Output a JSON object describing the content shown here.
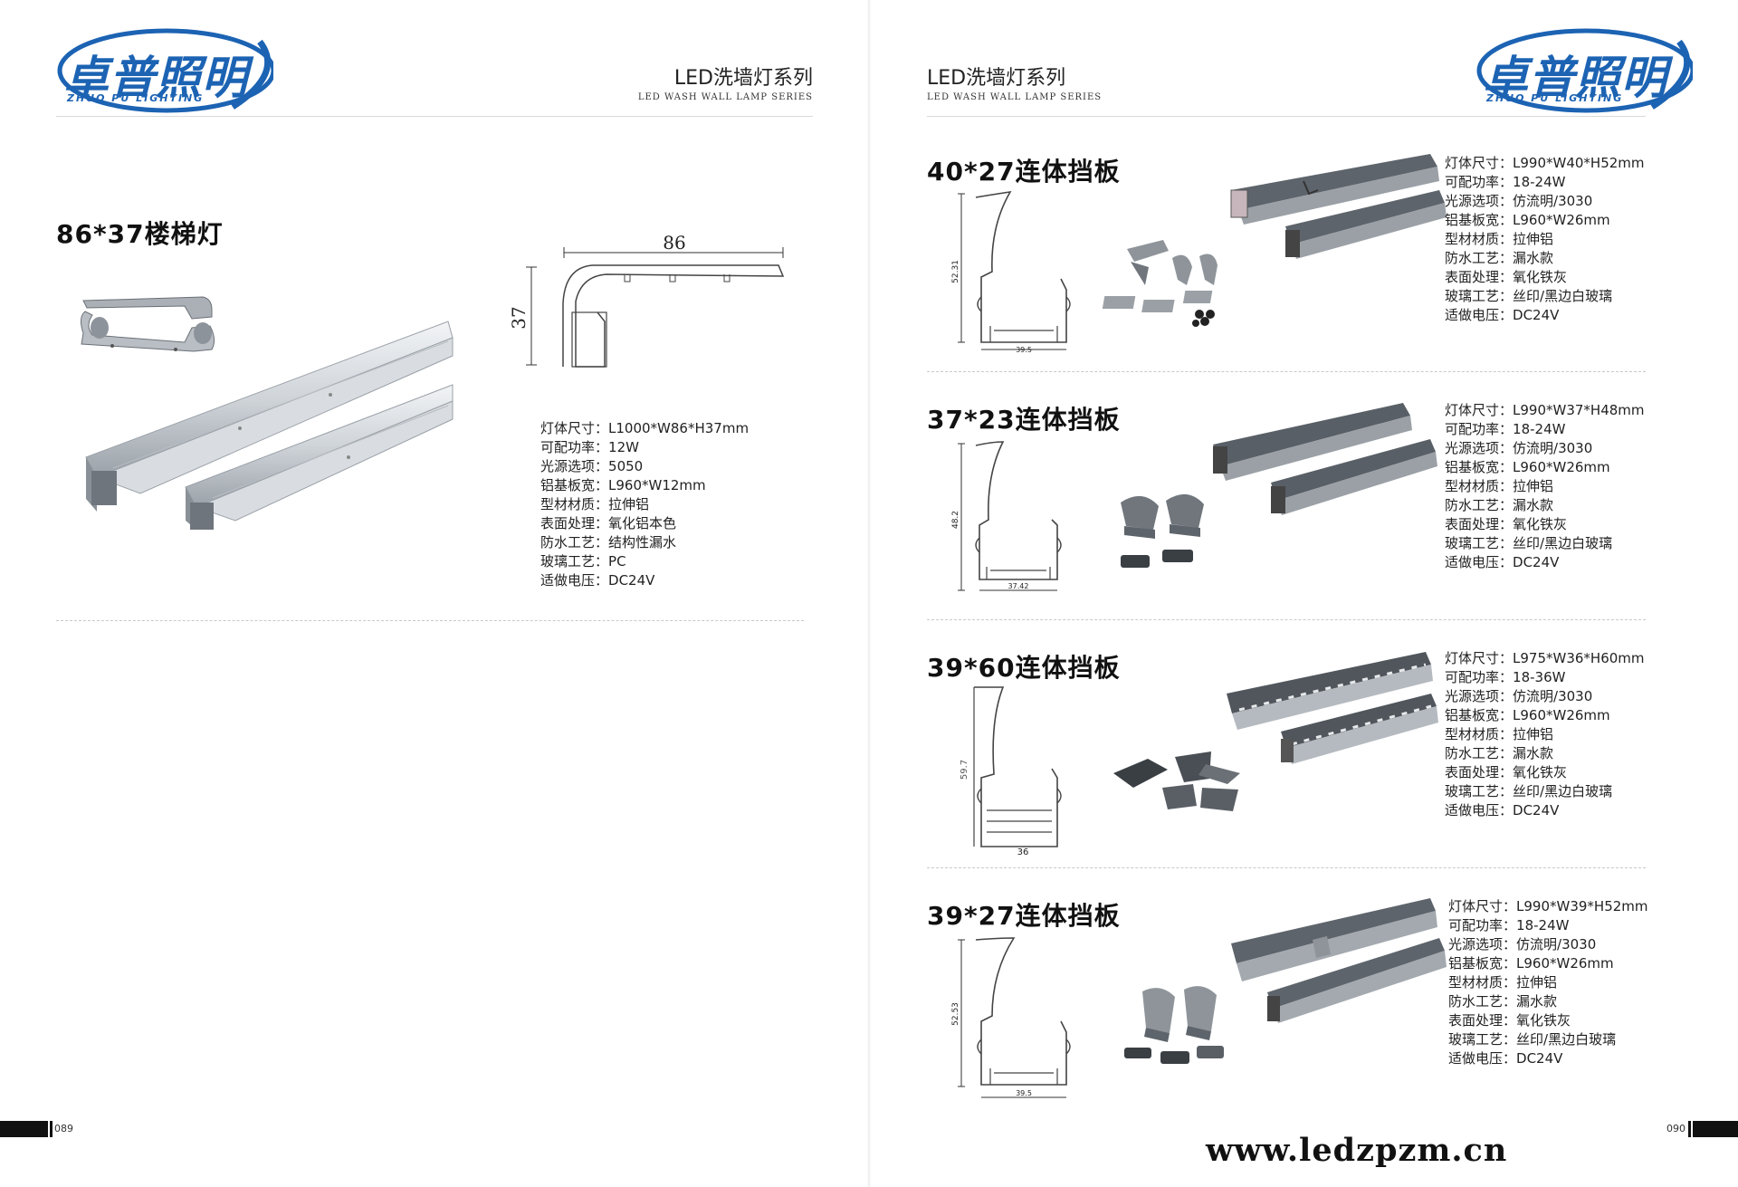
{
  "brand": {
    "name_cn": "卓普照明",
    "name_en": "ZHUO PU LIGHTING",
    "blue": "#1c63b3"
  },
  "series": {
    "cn": "LED洗墙灯系列",
    "en": "LED WASH WALL LAMP SERIES"
  },
  "left_page": {
    "product": {
      "title": "86*37楼梯灯",
      "dim_width": "86",
      "dim_height": "37",
      "specs": [
        {
          "label": "灯体尺寸",
          "value": "L1000*W86*H37mm"
        },
        {
          "label": "可配功率",
          "value": "12W"
        },
        {
          "label": "光源选项",
          "value": "5050"
        },
        {
          "label": "铝基板宽",
          "value": "L960*W12mm"
        },
        {
          "label": "型材材质",
          "value": "拉伸铝"
        },
        {
          "label": "表面处理",
          "value": "氧化铝本色"
        },
        {
          "label": "防水工艺",
          "value": "结构性漏水"
        },
        {
          "label": "玻璃工艺",
          "value": "PC"
        },
        {
          "label": "适做电压",
          "value": "DC24V"
        }
      ]
    },
    "page_number": "089"
  },
  "right_page": {
    "products": [
      {
        "title": "40*27连体挡板",
        "dim_width": "39.5",
        "dim_height": "52.31",
        "specs": [
          {
            "label": "灯体尺寸",
            "value": "L990*W40*H52mm"
          },
          {
            "label": "可配功率",
            "value": "18-24W"
          },
          {
            "label": "光源选项",
            "value": "仿流明/3030"
          },
          {
            "label": "铝基板宽",
            "value": "L960*W26mm"
          },
          {
            "label": "型材材质",
            "value": "拉伸铝"
          },
          {
            "label": "防水工艺",
            "value": "漏水款"
          },
          {
            "label": "表面处理",
            "value": "氧化铁灰"
          },
          {
            "label": "玻璃工艺",
            "value": "丝印/黑边白玻璃"
          },
          {
            "label": "适做电压",
            "value": "DC24V"
          }
        ]
      },
      {
        "title": "37*23连体挡板",
        "dim_width": "37.42",
        "dim_height": "48.2",
        "specs": [
          {
            "label": "灯体尺寸",
            "value": "L990*W37*H48mm"
          },
          {
            "label": "可配功率",
            "value": "18-24W"
          },
          {
            "label": "光源选项",
            "value": "仿流明/3030"
          },
          {
            "label": "铝基板宽",
            "value": "L960*W26mm"
          },
          {
            "label": "型材材质",
            "value": "拉伸铝"
          },
          {
            "label": "防水工艺",
            "value": "漏水款"
          },
          {
            "label": "表面处理",
            "value": "氧化铁灰"
          },
          {
            "label": "玻璃工艺",
            "value": "丝印/黑边白玻璃"
          },
          {
            "label": "适做电压",
            "value": "DC24V"
          }
        ]
      },
      {
        "title": "39*60连体挡板",
        "dim_width": "36",
        "dim_height": "59.7",
        "specs": [
          {
            "label": "灯体尺寸",
            "value": "L975*W36*H60mm"
          },
          {
            "label": "可配功率",
            "value": "18-36W"
          },
          {
            "label": "光源选项",
            "value": "仿流明/3030"
          },
          {
            "label": "铝基板宽",
            "value": "L960*W26mm"
          },
          {
            "label": "型材材质",
            "value": "拉伸铝"
          },
          {
            "label": "防水工艺",
            "value": "漏水款"
          },
          {
            "label": "表面处理",
            "value": "氧化铁灰"
          },
          {
            "label": "玻璃工艺",
            "value": "丝印/黑边白玻璃"
          },
          {
            "label": "适做电压",
            "value": "DC24V"
          }
        ]
      },
      {
        "title": "39*27连体挡板",
        "dim_width": "39.5",
        "dim_height": "52.53",
        "specs": [
          {
            "label": "灯体尺寸",
            "value": "L990*W39*H52mm"
          },
          {
            "label": "可配功率",
            "value": "18-24W"
          },
          {
            "label": "光源选项",
            "value": "仿流明/3030"
          },
          {
            "label": "铝基板宽",
            "value": "L960*W26mm"
          },
          {
            "label": "型材材质",
            "value": "拉伸铝"
          },
          {
            "label": "防水工艺",
            "value": "漏水款"
          },
          {
            "label": "表面处理",
            "value": "氧化铁灰"
          },
          {
            "label": "玻璃工艺",
            "value": "丝印/黑边白玻璃"
          },
          {
            "label": "适做电压",
            "value": "DC24V"
          }
        ]
      }
    ],
    "page_number": "090",
    "website": "www.ledzpzm.cn"
  }
}
